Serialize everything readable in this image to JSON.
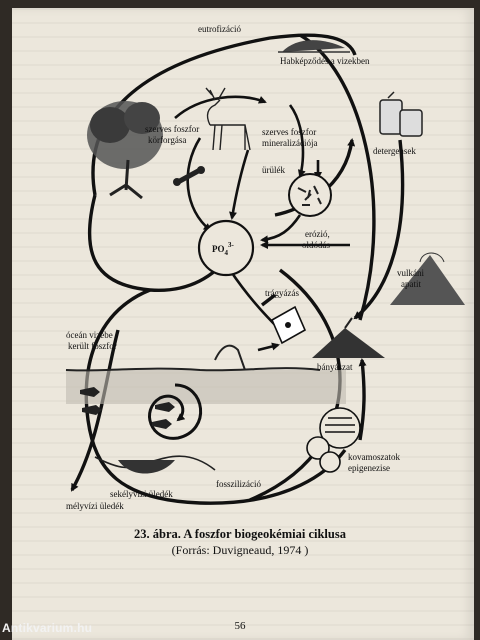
{
  "figure": {
    "labels": {
      "eutrofizacio": "eutrofizáció",
      "habkepzodes": "Habképződés a vizekben",
      "szerves_korforgas_1": "szerves foszfor",
      "szerves_korforgas_2": "körforgása",
      "szerves_mineral_1": "szerves foszfor",
      "szerves_mineral_2": "mineralizációja",
      "detergensek": "detergensek",
      "urulek": "ürülék",
      "po4": "PO",
      "po4_sub": "4",
      "po4_sup": "3-",
      "erozio_1": "erózió,",
      "erozio_2": "oldódás",
      "vulkani_1": "vulkáni",
      "vulkani_2": "apatit",
      "tragyazas": "trágyázás",
      "ocean_1": "óceán vizébe",
      "ocean_2": "került foszfor",
      "banyaszat": "bányászat",
      "kovamoszatok_1": "kovamoszatok",
      "kovamoszatok_2": "epigenezise",
      "fosszilizacio": "fosszilizáció",
      "sekelyvizi": "sekélyvízi üledék",
      "melyvizi": "mélyvízi üledék"
    },
    "caption": "23. ábra. A foszfor biogeokémiai ciklusa",
    "source": "(Forrás: Duvigneaud, 1974 )"
  },
  "page_number": "56",
  "watermark": "Antikvarium.hu"
}
